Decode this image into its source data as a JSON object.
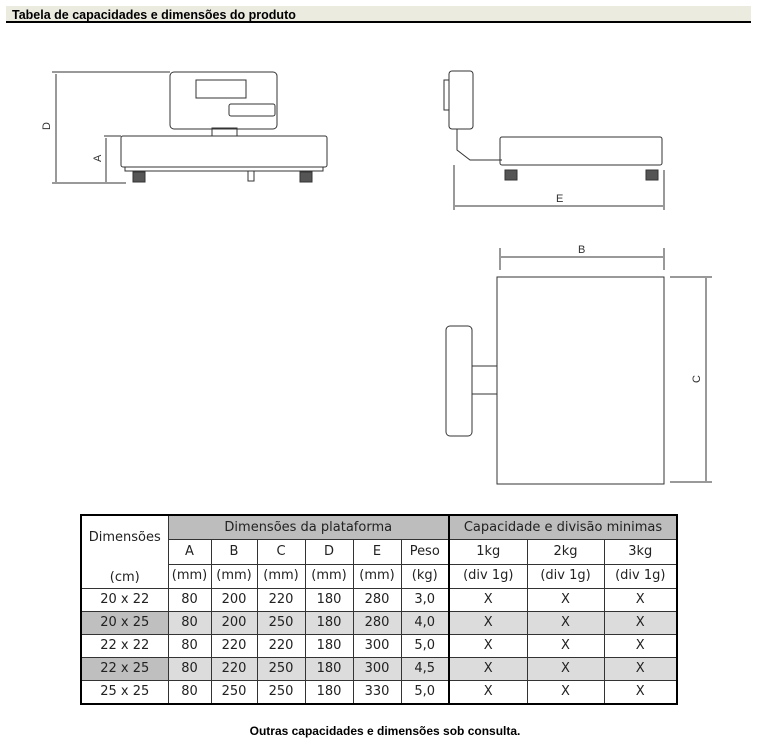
{
  "header": {
    "title": "Tabela de capacidades e dimensões do produto"
  },
  "diagram": {
    "labels": {
      "a": "A",
      "b": "B",
      "c": "C",
      "d": "D",
      "e": "E"
    }
  },
  "table": {
    "dim_header": "Dimensões",
    "dim_unit": "(cm)",
    "group_platform": "Dimensões da plataforma",
    "group_capacity": "Capacidade e divisão minimas",
    "columns": [
      {
        "name": "A",
        "unit": "(mm)"
      },
      {
        "name": "B",
        "unit": "(mm)"
      },
      {
        "name": "C",
        "unit": "(mm)"
      },
      {
        "name": "D",
        "unit": "(mm)"
      },
      {
        "name": "E",
        "unit": "(mm)"
      },
      {
        "name": "Peso",
        "unit": "(kg)"
      },
      {
        "name": "1kg",
        "unit": "(div 1g)"
      },
      {
        "name": "2kg",
        "unit": "(div 1g)"
      },
      {
        "name": "3kg",
        "unit": "(div 1g)"
      }
    ],
    "rows": [
      [
        "20 x 22",
        "80",
        "200",
        "220",
        "180",
        "280",
        "3,0",
        "X",
        "X",
        "X"
      ],
      [
        "20 x 25",
        "80",
        "200",
        "250",
        "180",
        "280",
        "4,0",
        "X",
        "X",
        "X"
      ],
      [
        "22 x 22",
        "80",
        "220",
        "220",
        "180",
        "300",
        "5,0",
        "X",
        "X",
        "X"
      ],
      [
        "22 x 25",
        "80",
        "220",
        "250",
        "180",
        "300",
        "4,5",
        "X",
        "X",
        "X"
      ],
      [
        "25 x 25",
        "80",
        "250",
        "250",
        "180",
        "330",
        "5,0",
        "X",
        "X",
        "X"
      ]
    ]
  },
  "footer": {
    "note": "Outras capacidades e dimensões sob consulta."
  }
}
